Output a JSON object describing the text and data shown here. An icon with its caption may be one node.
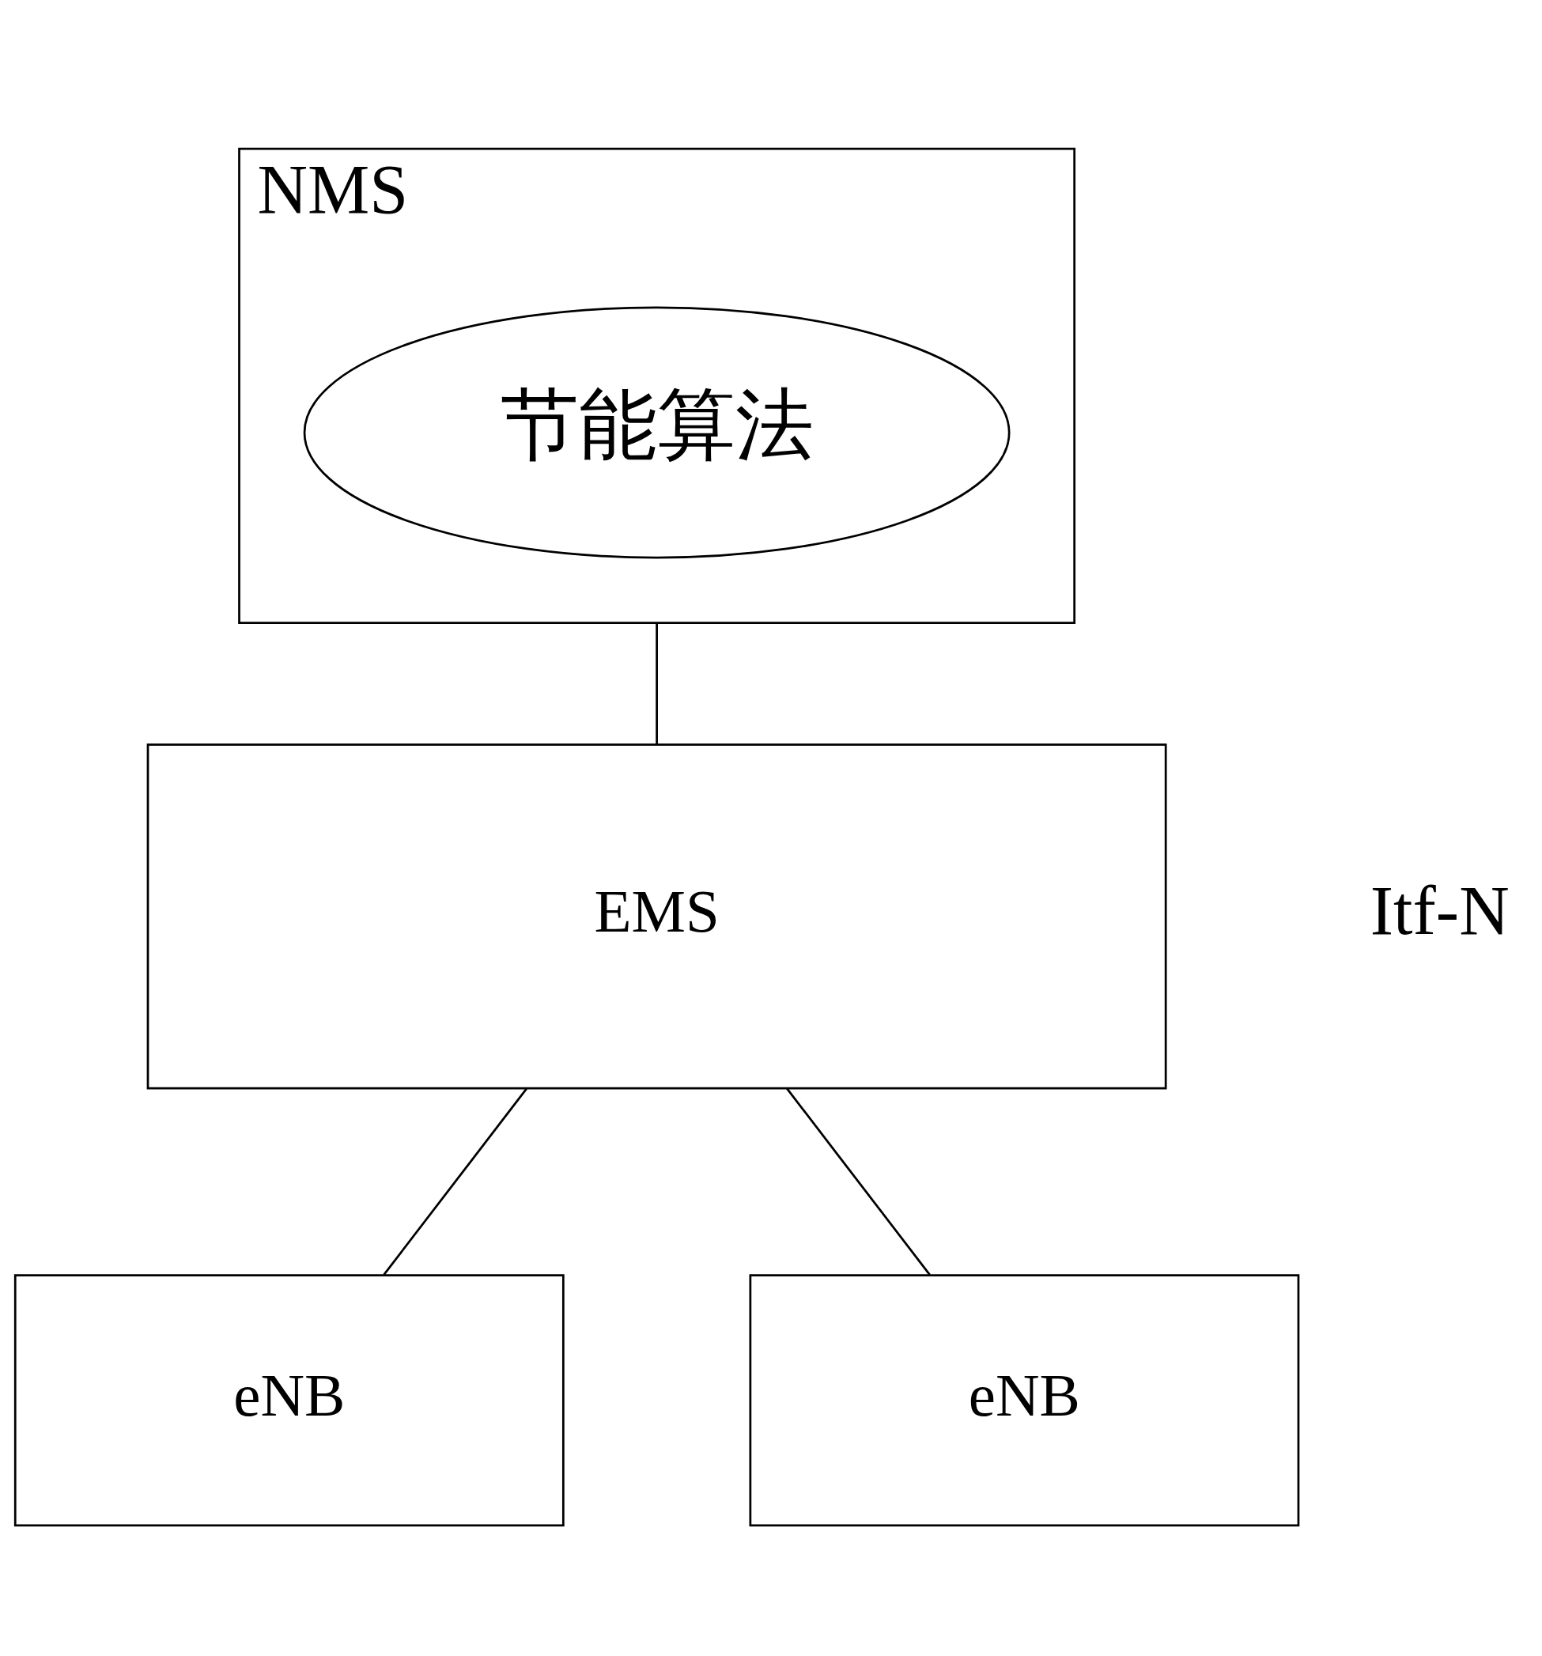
{
  "diagram": {
    "nodes": [
      {
        "text": [
          "NMS"
        ]
      },
      {
        "text": [
          "节能算法"
        ],
        "in": 0
      },
      {
        "text": [
          "EMS"
        ]
      },
      {
        "text": [
          "eNB"
        ]
      },
      {
        "text": [
          "eNB"
        ]
      }
    ],
    "edges": [
      {
        "from": 0,
        "to": 2,
        "arrow": "none"
      },
      {
        "from": 2,
        "to": 3,
        "arrow": "none"
      },
      {
        "from": 2,
        "to": 4,
        "arrow": "none"
      }
    ],
    "labels": [
      "Itf-N"
    ]
  }
}
